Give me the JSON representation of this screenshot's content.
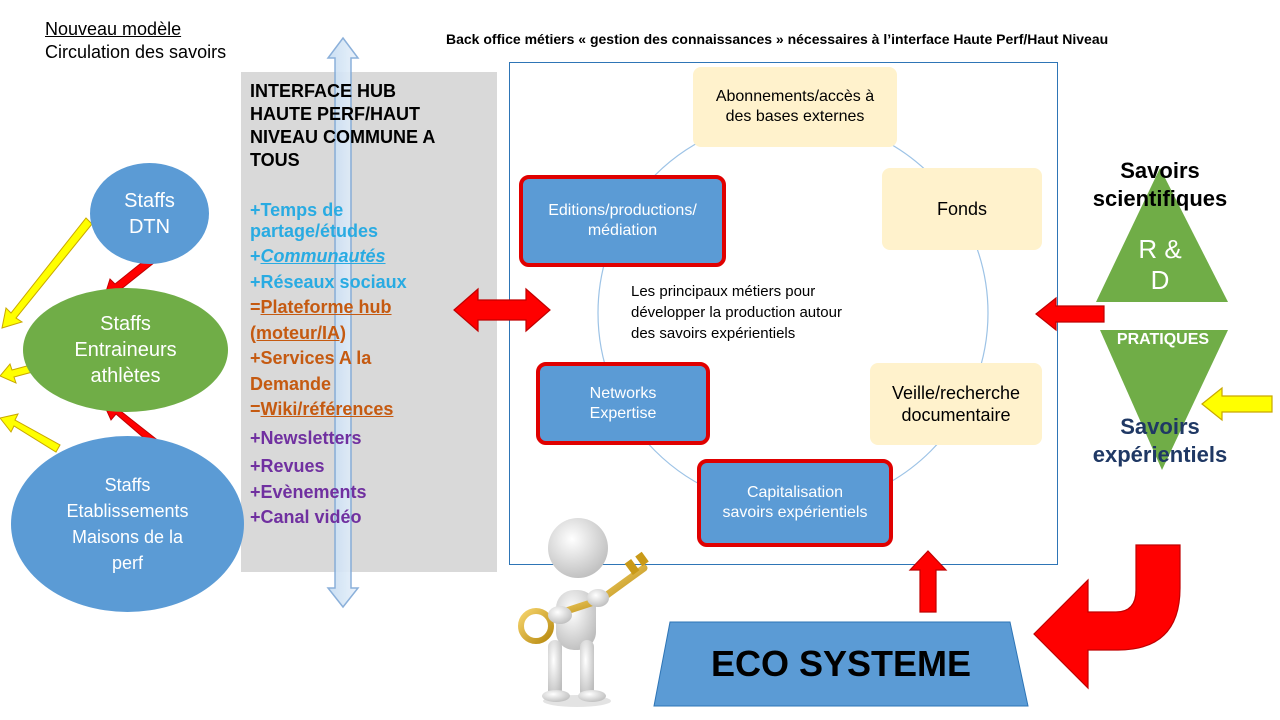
{
  "header": {
    "model_line1": "Nouveau modèle",
    "model_line2": "Circulation des savoirs",
    "back_office_title": "Back office métiers « gestion des connaissances » nécessaires à l’interface Haute Perf/Haut Niveau"
  },
  "staffs": {
    "dtn": [
      "Staffs",
      "DTN"
    ],
    "entraineurs": [
      "Staffs",
      "Entraineurs",
      "athlètes"
    ],
    "etablissements": [
      "Staffs",
      "Etablissements",
      "Maisons de la",
      "perf"
    ]
  },
  "hub": {
    "title": [
      "INTERFACE HUB",
      "HAUTE PERF/HAUT",
      "NIVEAU COMMUNE A",
      "TOUS"
    ],
    "temps_1": "+Temps de",
    "temps_2": "partage/études",
    "communautes_prefix": "+",
    "communautes": "Communautés",
    "reseaux": "+Réseaux sociaux",
    "plateforme_prefix": "=",
    "plateforme_1": "Plateforme hub",
    "plateforme_2": "(moteur/IA)",
    "services_1": "+Services A la",
    "services_2": "Demande",
    "wiki_prefix": "=",
    "wiki": "Wiki/références",
    "newsletters": "+Newsletters",
    "revues": "+Revues",
    "evenements": "+Evènements",
    "canal": "+Canal vidéo"
  },
  "metiers": {
    "abonnements": [
      "Abonnements/accès à",
      "des bases externes"
    ],
    "fonds": "Fonds",
    "veille": [
      "Veille/recherche",
      "documentaire"
    ],
    "capitalisation": [
      "Capitalisation",
      "savoirs expérientiels"
    ],
    "networks": [
      "Networks",
      "Expertise"
    ],
    "editions": [
      "Editions/productions/",
      "médiation"
    ],
    "center": [
      "Les principaux métiers pour",
      "développer la production autour",
      "des savoirs expérientiels"
    ]
  },
  "savoirs": {
    "scientifiques": [
      "Savoirs",
      "scientifiques"
    ],
    "rd": [
      "R &",
      "D"
    ],
    "pratiques": "PRATIQUES",
    "experientiels": [
      "Savoirs",
      "expérientiels"
    ]
  },
  "eco": "ECO SYSTEME",
  "colors": {
    "blue_ellipse": "#5b9bd5",
    "green_ellipse": "#70ad47",
    "red_arrow": "#ff0000",
    "yellow_arrow": "#ffff00",
    "cream_box": "#fff2cc",
    "hub_blue": "#29abe2",
    "hub_orange": "#c55a11",
    "hub_purple": "#7030a0"
  }
}
